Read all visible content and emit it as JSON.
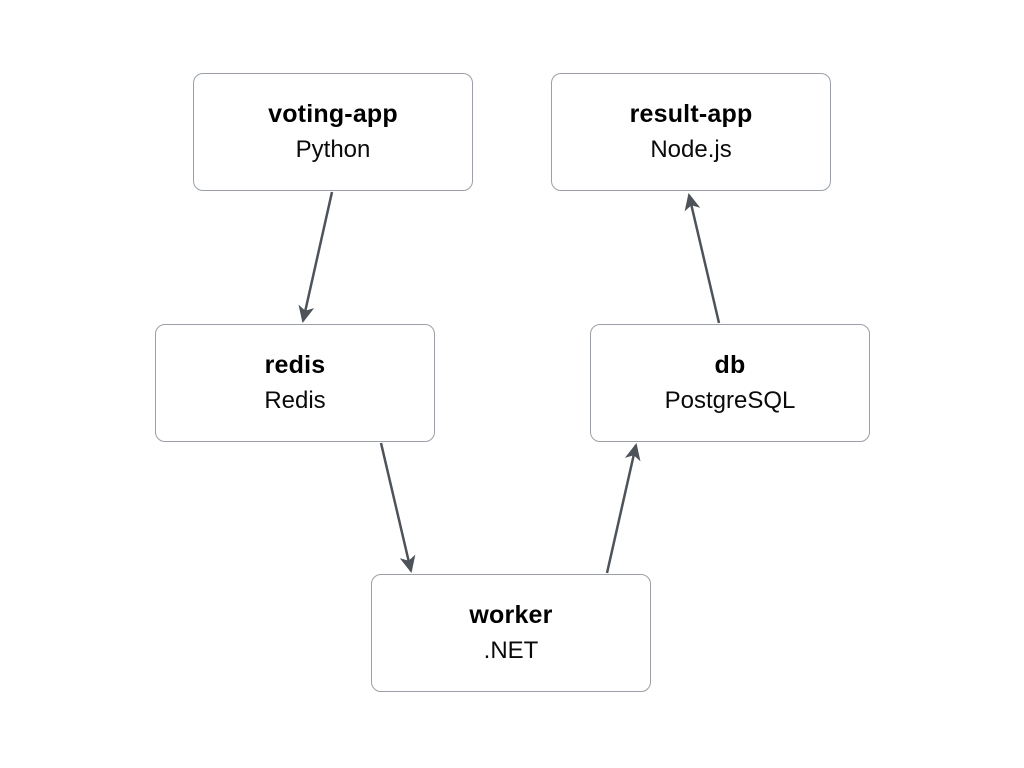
{
  "diagram": {
    "nodes": [
      {
        "id": "voting-app",
        "title": "voting-app",
        "subtitle": "Python"
      },
      {
        "id": "result-app",
        "title": "result-app",
        "subtitle": "Node.js"
      },
      {
        "id": "redis",
        "title": "redis",
        "subtitle": "Redis"
      },
      {
        "id": "db",
        "title": "db",
        "subtitle": "PostgreSQL"
      },
      {
        "id": "worker",
        "title": "worker",
        "subtitle": ".NET"
      }
    ],
    "edges": [
      {
        "from": "voting-app",
        "to": "redis"
      },
      {
        "from": "redis",
        "to": "worker"
      },
      {
        "from": "worker",
        "to": "db"
      },
      {
        "from": "db",
        "to": "result-app"
      }
    ],
    "colors": {
      "node_border": "#9aa0a6",
      "node_background": "#ffffff",
      "arrow": "#4d5359",
      "text": "#000000",
      "background": "#ffffff"
    }
  }
}
